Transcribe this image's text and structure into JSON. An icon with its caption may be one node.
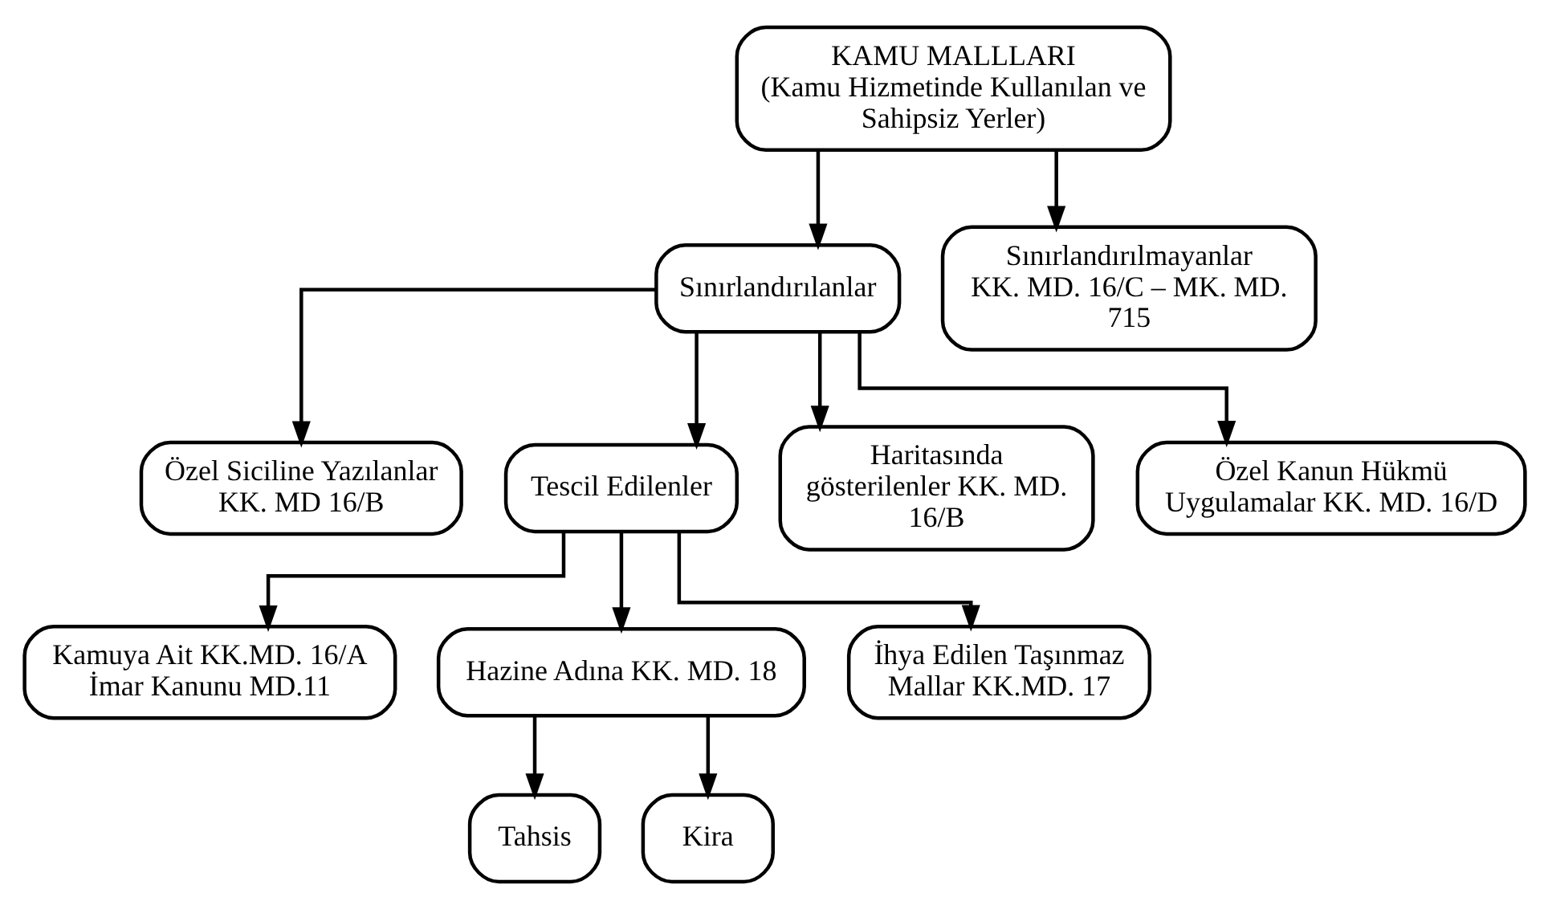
{
  "diagram": {
    "nodes": [
      {
        "text": [
          "KAMU MALLLARI",
          "(Kamu Hizmetinde Kullanılan ve Sahipsiz Yerler)"
        ]
      },
      {
        "text": [
          "Sınırlandırılanlar"
        ]
      },
      {
        "text": [
          "Sınırlandırılmayanlar KK. MD. 16/C – MK. MD. 715"
        ]
      },
      {
        "text": [
          "Özel Siciline Yazılanlar KK. MD 16/B"
        ]
      },
      {
        "text": [
          "Tescil Edilenler"
        ]
      },
      {
        "text": [
          "Haritasında gösterilenler KK. MD. 16/B"
        ]
      },
      {
        "text": [
          "Özel Kanun Hükmü Uygulamalar KK. MD. 16/D"
        ]
      },
      {
        "text": [
          "Kamuya Ait KK.MD. 16/A İmar Kanunu MD.11"
        ]
      },
      {
        "text": [
          "Hazine Adına KK. MD. 18"
        ]
      },
      {
        "text": [
          "İhya Edilen Taşınmaz Mallar KK.MD. 17"
        ]
      },
      {
        "text": [
          "Tahsis"
        ]
      },
      {
        "text": [
          "Kira"
        ]
      }
    ],
    "edges": [
      {
        "from": 0,
        "to": 1,
        "arrow": "to"
      },
      {
        "from": 0,
        "to": 2,
        "arrow": "to"
      },
      {
        "from": 1,
        "to": 3,
        "arrow": "to"
      },
      {
        "from": 1,
        "to": 4,
        "arrow": "to"
      },
      {
        "from": 1,
        "to": 5,
        "arrow": "to"
      },
      {
        "from": 1,
        "to": 6,
        "arrow": "to"
      },
      {
        "from": 4,
        "to": 7,
        "arrow": "to"
      },
      {
        "from": 4,
        "to": 8,
        "arrow": "to"
      },
      {
        "from": 4,
        "to": 9,
        "arrow": "to"
      },
      {
        "from": 8,
        "to": 10,
        "arrow": "to"
      },
      {
        "from": 8,
        "to": 11,
        "arrow": "to"
      }
    ]
  }
}
